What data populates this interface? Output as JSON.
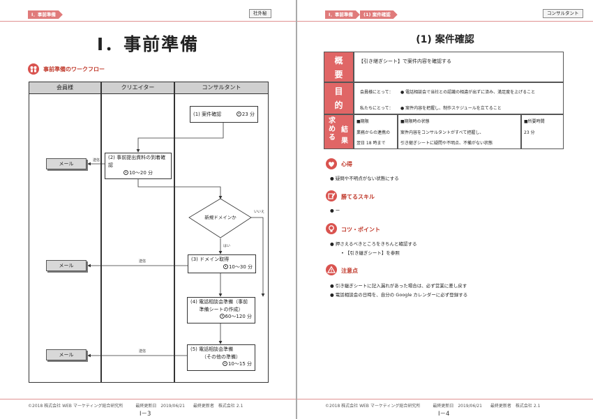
{
  "left": {
    "tag": "Ⅰ．事前準備",
    "label": "社外秘",
    "title": "Ⅰ．事前準備",
    "section_heading": "事前準備のワークフロー",
    "lanes": [
      "会員様",
      "クリエイター",
      "コンサルタント"
    ],
    "steps": {
      "s1_label": "(1) 案件確認",
      "s1_time": "23 分",
      "s2_label": "(2) 事前提出資料の到着確認",
      "s2_time": "10～20 分",
      "decision": "新規ドメインか",
      "yes": "はい",
      "no": "いいえ",
      "s3_label": "(3) ドメイン取得",
      "s3_time": "10～30 分",
      "s4_label": "(4) 電話相談会準備（事前",
      "s4_label2": "準備シートの作成）",
      "s4_time": "60～120 分",
      "s5_label": "(5) 電話相談会準備",
      "s5_label2": "（その他の準備）",
      "s5_time": "10～15 分"
    },
    "mail_boxes": [
      "メール",
      "メール",
      "メール"
    ],
    "send_labels": [
      "送信",
      "送信",
      "送信"
    ],
    "footer": "©2018 株式会社 WEB マーケティング総合研究所　　　最終更新日　2019/06/21　　最終更新者　株式会社 2.1",
    "page_number": "Ⅰ－3"
  },
  "right": {
    "tag1": "Ⅰ．事前準備",
    "tag2": "(1) 案件確認",
    "label": "コンサルタント",
    "title": "(1) 案件確認",
    "row_overview": {
      "head_chars": [
        "概",
        "要"
      ],
      "text": "【引き継ぎシート】で案件内容を確認する"
    },
    "row_purpose": {
      "head_chars": [
        "目",
        "的"
      ],
      "members_label": "会員様にとって：",
      "members_text": "●  電話相談会で当社との認識の相違が出ずに済み、満足度を上げること",
      "us_label": "私たちにとって：",
      "us_text": "●  案件内容を把握し、制作スケジュールを立てること"
    },
    "row_result": {
      "head_chars": [
        "求",
        "め",
        "る",
        "結",
        "果"
      ],
      "col1_title": "■期限",
      "col1_line1": "業務からの連携の",
      "col1_line2": "翌日 18 時まで",
      "col2_title": "■期限時の状態",
      "col2_line1": "案件内容をコンサルタントがすべて把握し、",
      "col2_line2": "引き継ぎシートに疑問や不明点、不備がない状態",
      "col3_title": "■所要時間",
      "col3_line1": "23 分"
    },
    "sections": [
      {
        "heading": "心得",
        "icon": "heart-icon",
        "items": [
          "●  疑問や不明点がない状態にする"
        ]
      },
      {
        "heading": "勝てるスキル",
        "icon": "pencil-icon",
        "items": [
          "●  ー"
        ]
      },
      {
        "heading": "コツ・ポイント",
        "icon": "lightbulb-icon",
        "items": [
          "●  押さえるべきところをきちんと確認する",
          "•  【引き継ぎシート】を参照"
        ]
      },
      {
        "heading": "注意点",
        "icon": "warning-icon",
        "items": [
          "●  引き継ぎシートに記入漏れがあった場合は、必ず営業に差し戻す",
          "●  電話相談会の日時を、自分の Google カレンダーに必ず登録する"
        ]
      }
    ],
    "footer": "©2018 株式会社 WEB マーケティング総合研究所　　　最終更新日　2019/06/21　　最終更新者　株式会社 2.1",
    "page_number": "Ⅰ－4"
  },
  "colors": {
    "accent": "#e07b7b",
    "header_cell": "#e06666",
    "lane_header": "#d0d0d0"
  }
}
